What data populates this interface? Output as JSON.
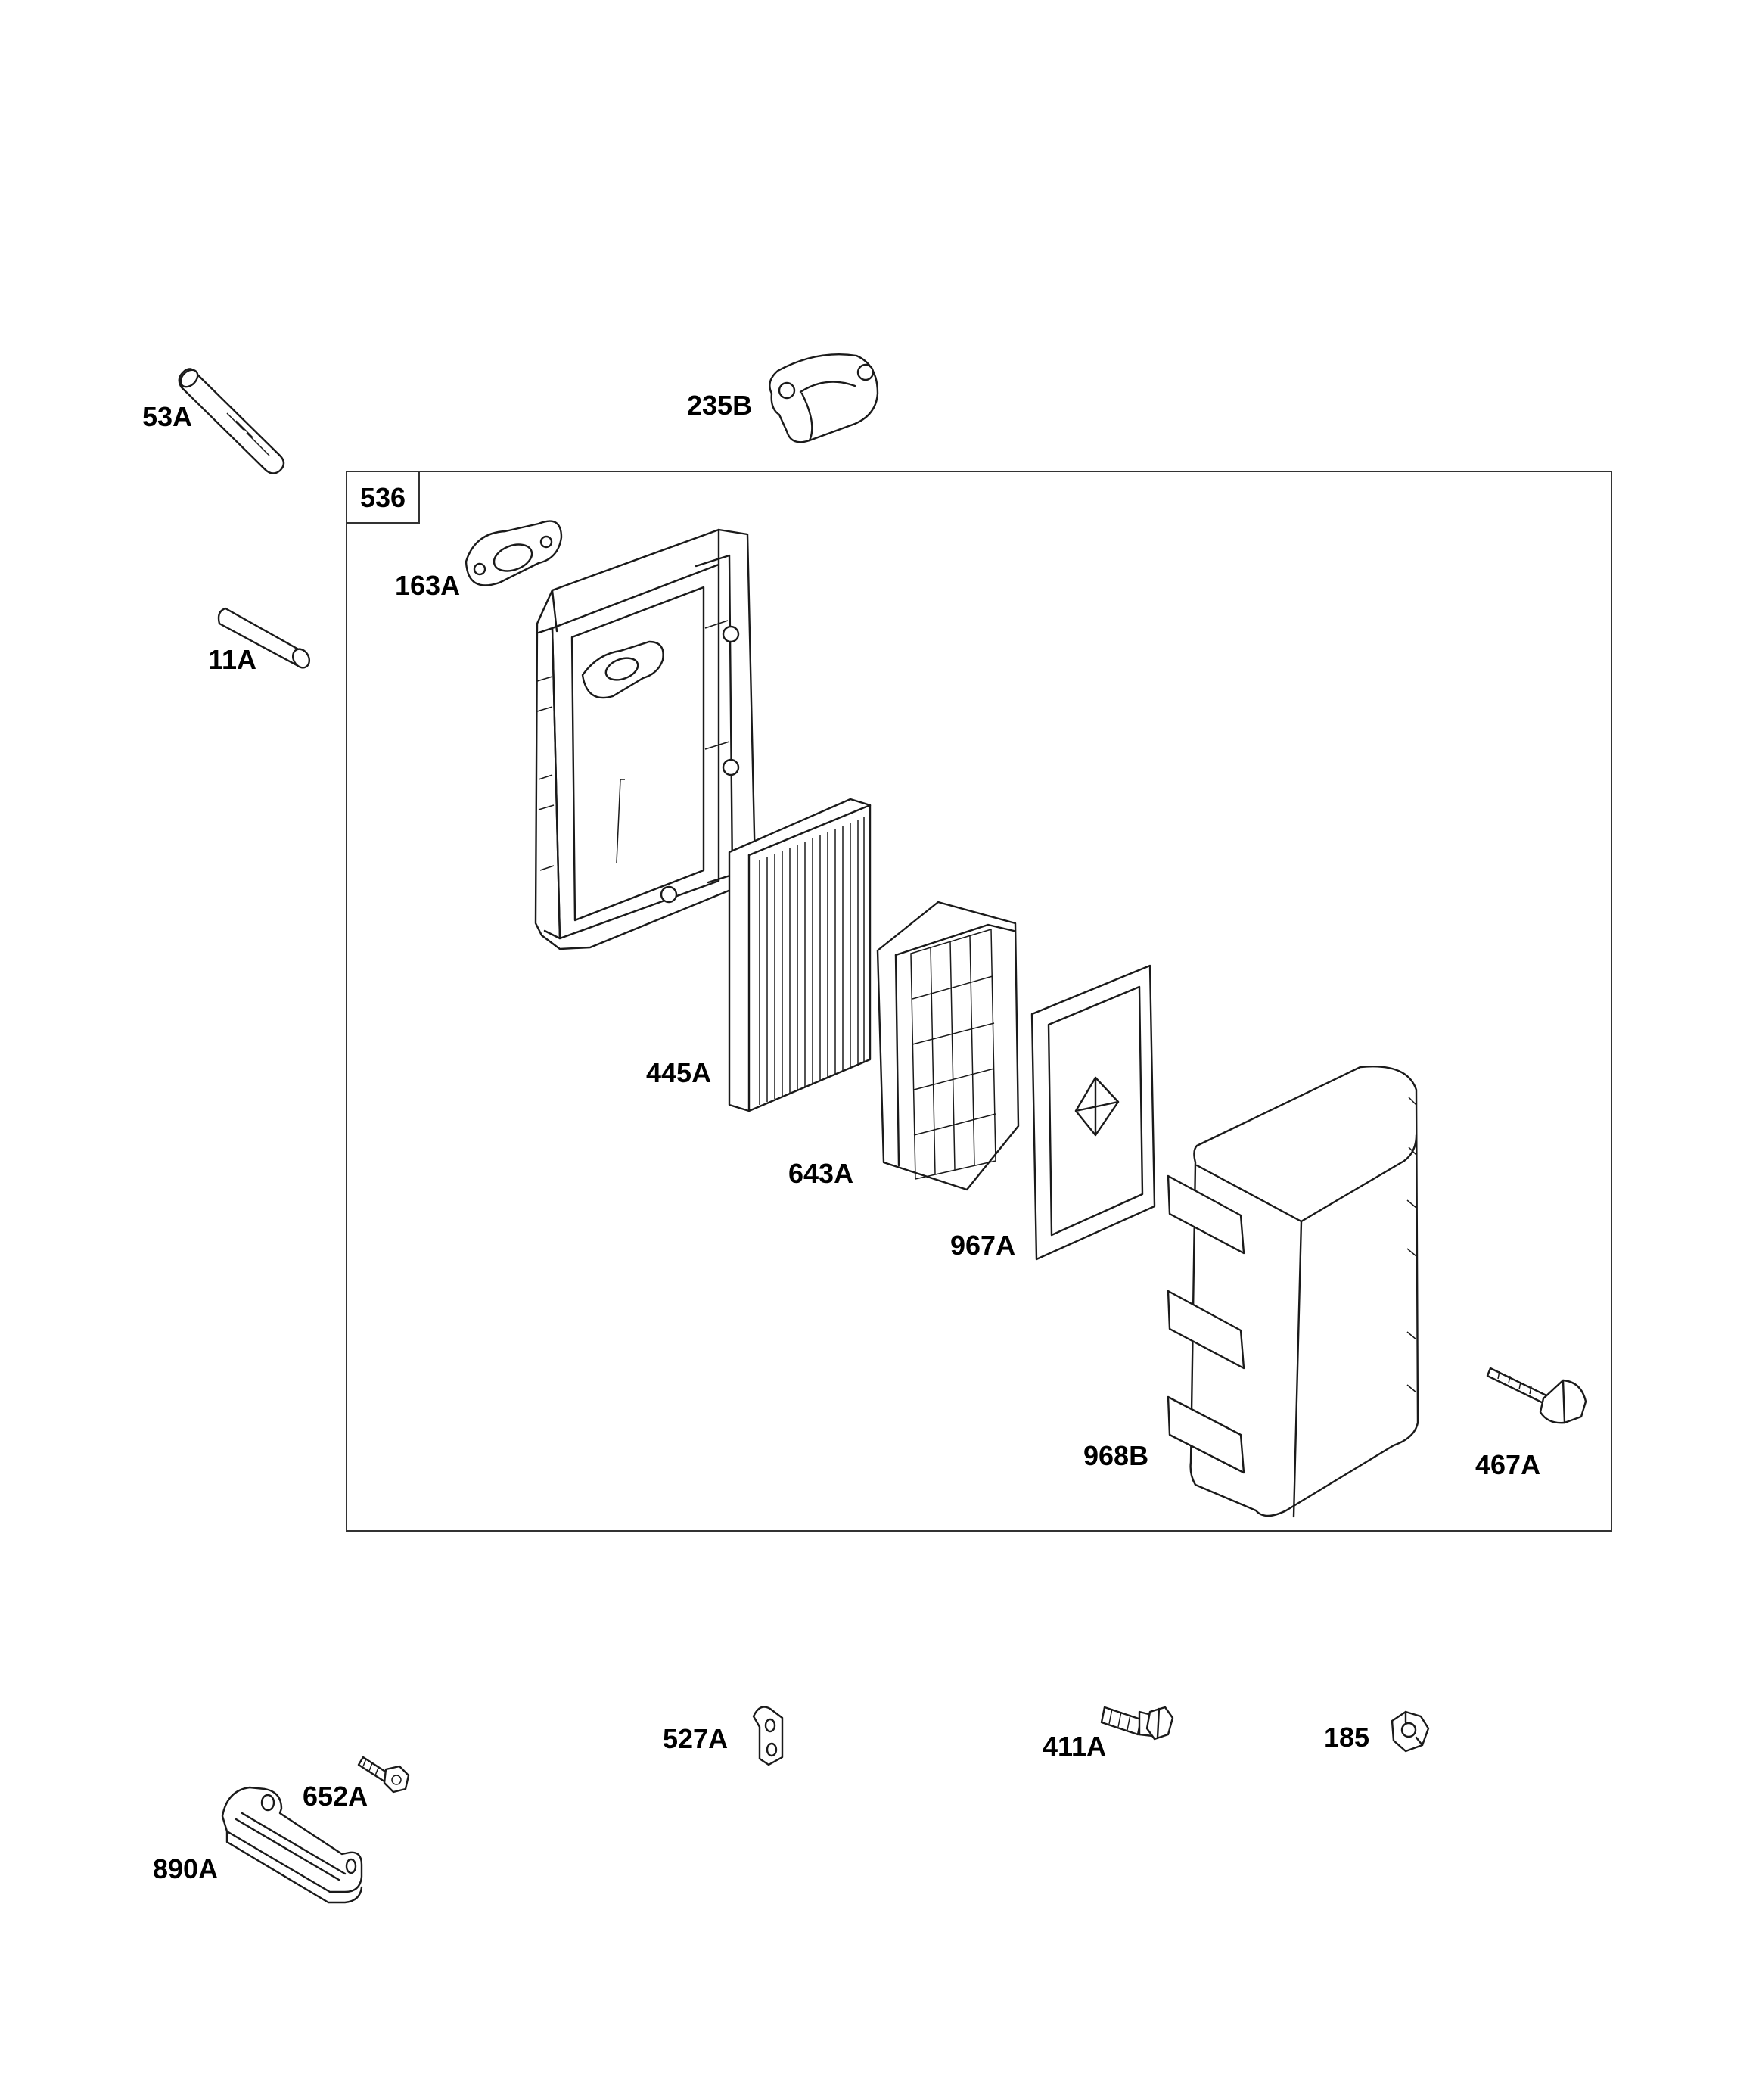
{
  "assembly": {
    "label": "536"
  },
  "parts": {
    "p53A": "53A",
    "p235B": "235B",
    "p163A": "163A",
    "p11A": "11A",
    "p445A": "445A",
    "p643A": "643A",
    "p967A": "967A",
    "p968B": "968B",
    "p467A": "467A",
    "p527A": "527A",
    "p411A": "411A",
    "p185": "185",
    "p652A": "652A",
    "p890A": "890A"
  }
}
